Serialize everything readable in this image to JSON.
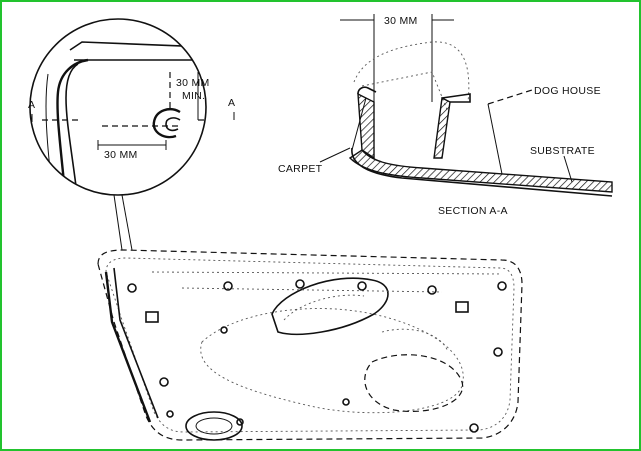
{
  "labels": {
    "detail_dim_vertical": "30 MM",
    "detail_dim_min": "MIN.",
    "detail_dim_horizontal": "30 MM",
    "section_mark_left": "A",
    "section_mark_right": "A",
    "section_dim_top": "30 MM",
    "dog_house": "DOG HOUSE",
    "substrate": "SUBSTRATE",
    "carpet": "CARPET",
    "section_title": "SECTION A-A"
  },
  "colors": {
    "border": "#22c32e",
    "ink": "#111111"
  }
}
